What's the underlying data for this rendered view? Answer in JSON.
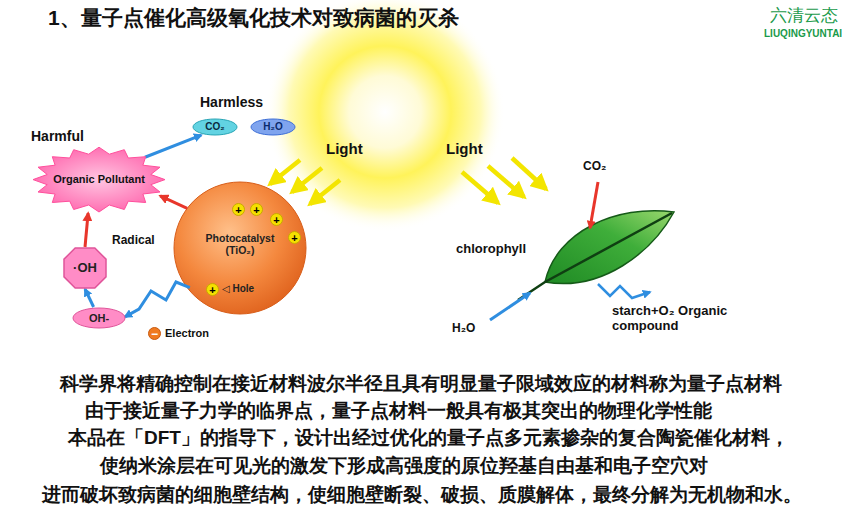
{
  "diagram": {
    "title": "1、量子点催化高级氧化技术对致病菌的灭杀",
    "nodes": [
      {
        "text": [
          "Harmful",
          "Organic Pollutant"
        ]
      },
      {
        "text": [
          "CO₂"
        ]
      },
      {
        "text": [
          "H₂O"
        ]
      },
      {
        "text": [
          "Photocatalyst (TiO₂)",
          "◁ Hole"
        ]
      },
      {
        "text": [
          "·OH"
        ]
      },
      {
        "text": [
          "OH-"
        ]
      }
    ],
    "edges": [
      {
        "from": 0,
        "to": 1,
        "arrow": "to"
      },
      {
        "from": 3,
        "to": 0,
        "arrow": "to"
      },
      {
        "from": 4,
        "to": 0,
        "arrow": "to"
      },
      {
        "from": 5,
        "to": 4,
        "arrow": "to"
      },
      {
        "from": 3,
        "to": 5,
        "arrow": "to"
      }
    ],
    "labels": [
      "六清云态",
      "LIUQINGYUNTAI",
      "Harmless",
      "Light",
      "Light",
      "CO₂",
      "+",
      "+",
      "+",
      "+",
      "Radical",
      "chlorophyll",
      "+",
      "−",
      "Electron",
      "H₂O",
      "starch+O₂ Organic compound",
      "科学界将精确控制在接近材料波尔半径且具有明显量子限域效应的材料称为量子点材料",
      "由于接近量子力学的临界点，量子点材料一般具有极其突出的物理化学性能",
      "本品在「DFT」的指导下，设计出经过优化的量子点多元素掺杂的复合陶瓷催化材料，",
      "使纳米涂层在可见光的激发下形成高强度的原位羟基自由基和电子空穴对",
      "进而破坏致病菌的细胞壁结构，使细胞壁断裂、破损、质膜解体，最终分解为无机物和水。"
    ]
  }
}
